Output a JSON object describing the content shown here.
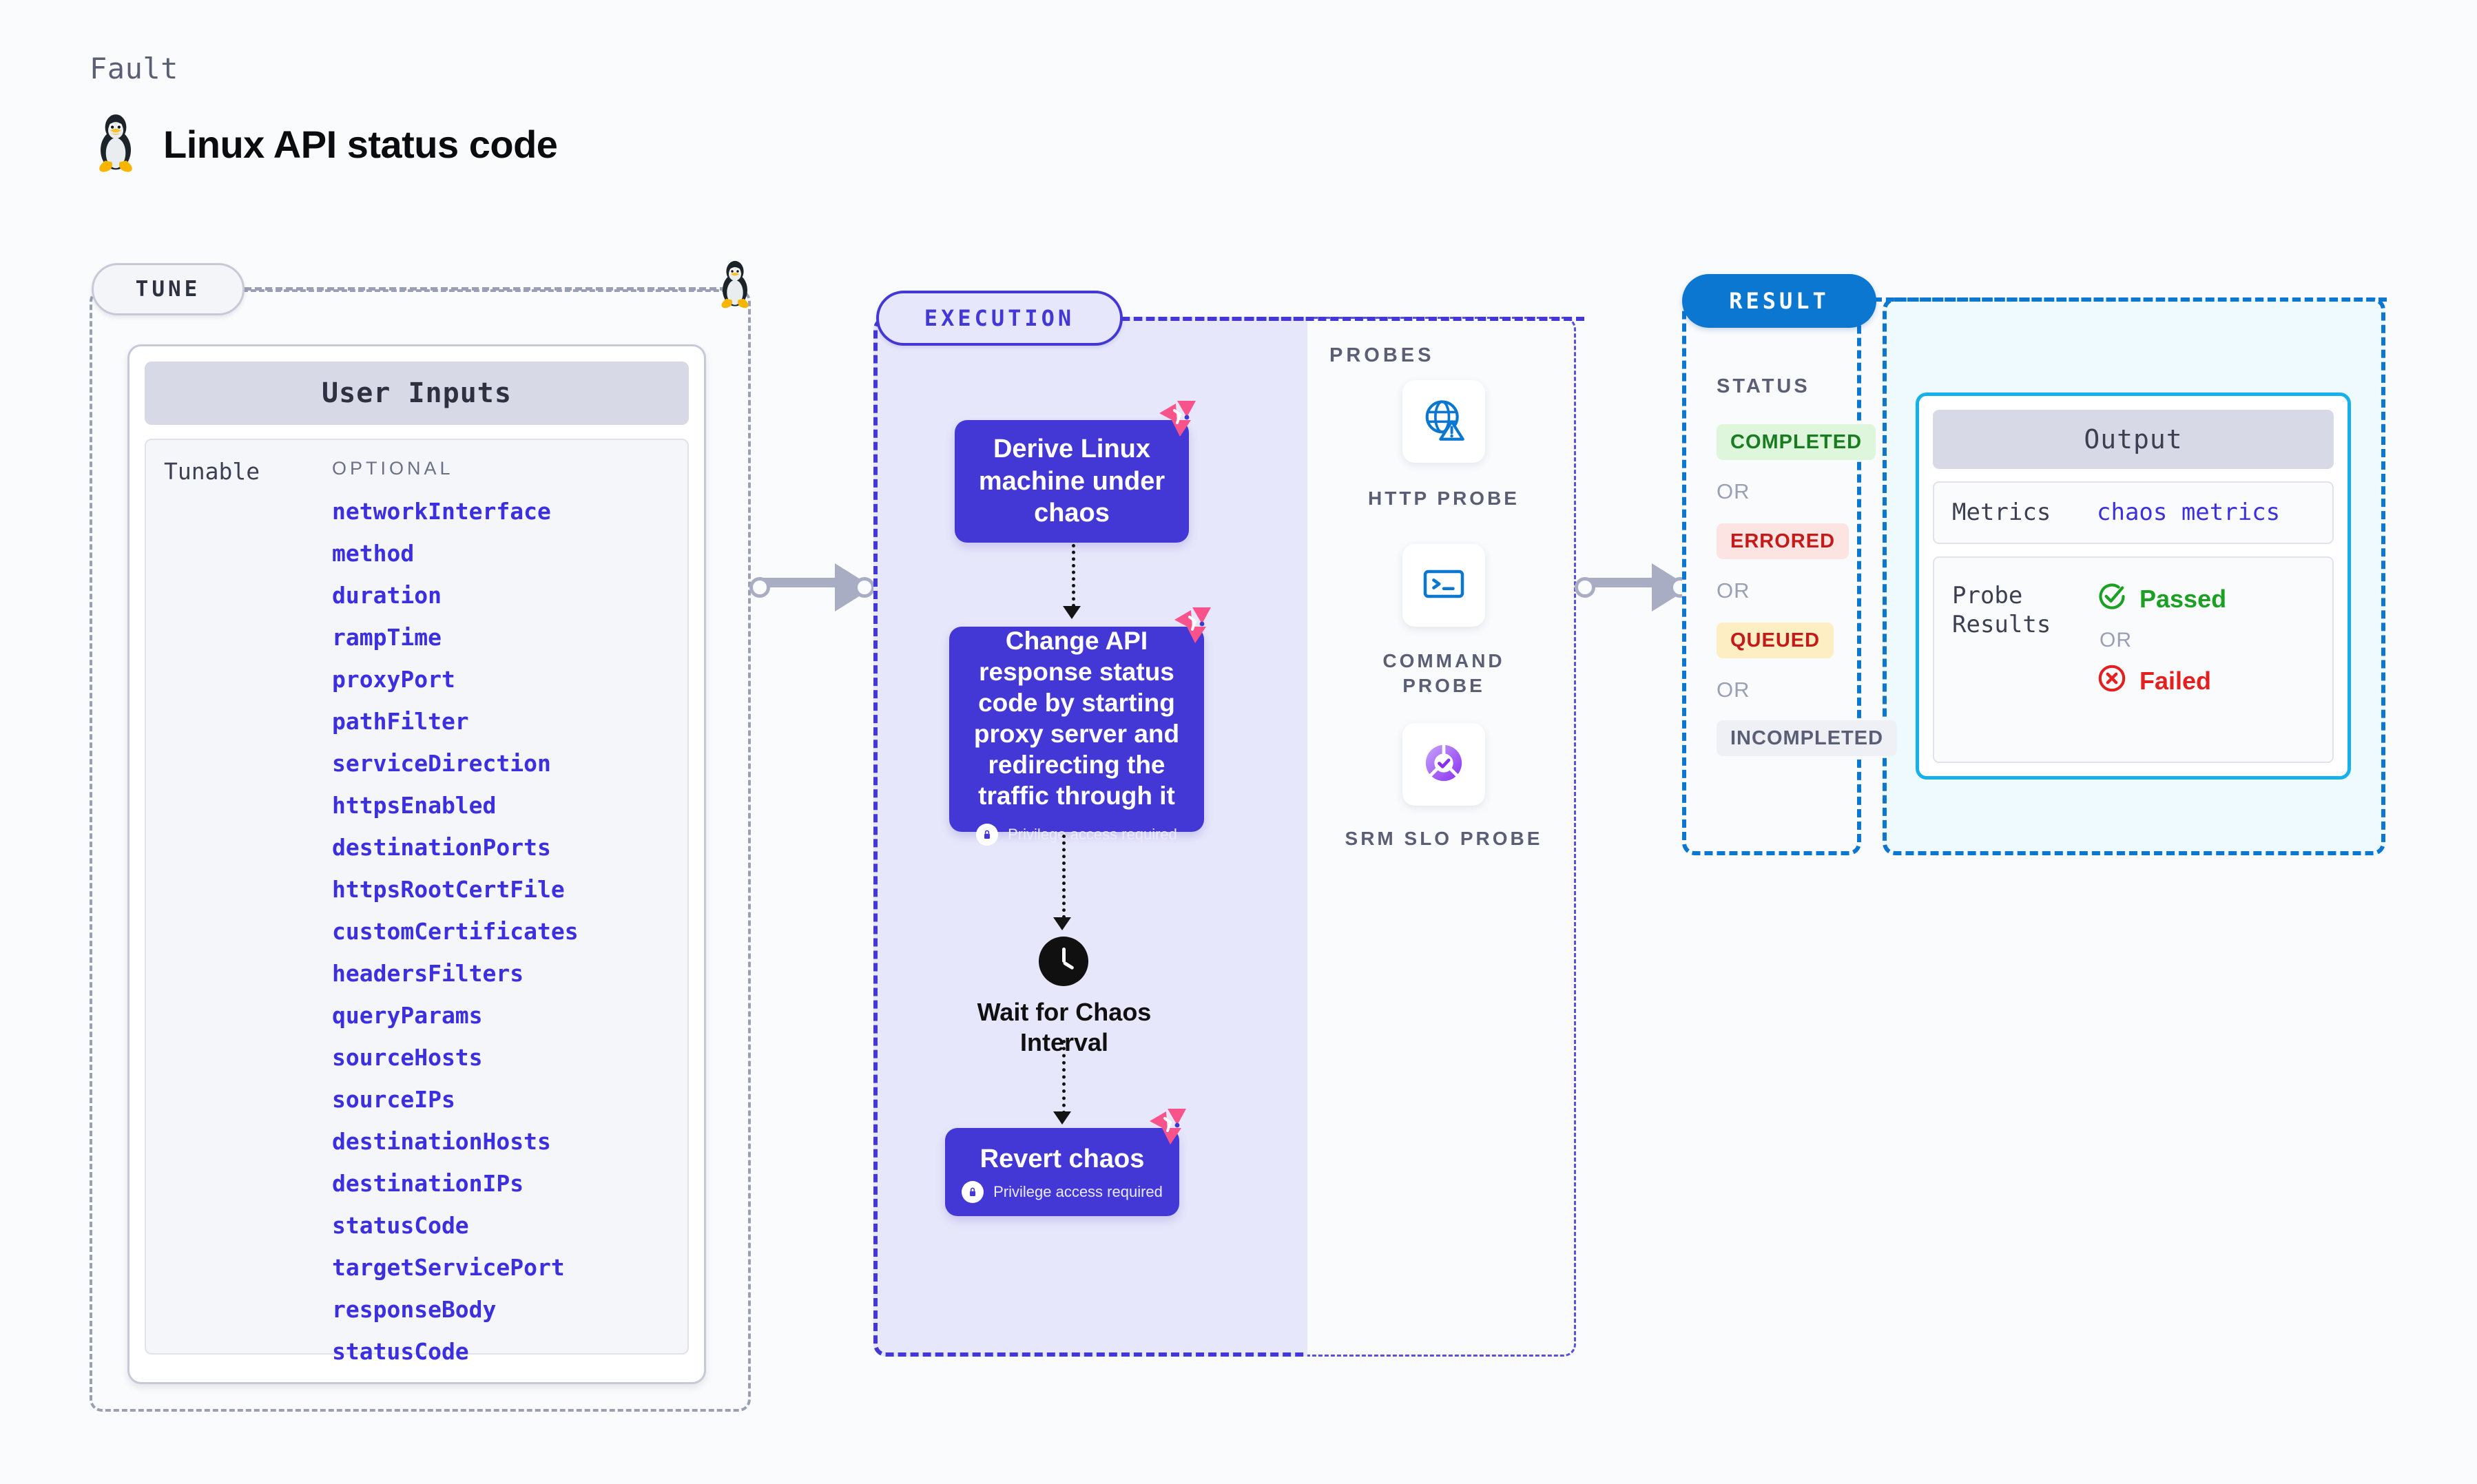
{
  "header": {
    "kicker": "Fault",
    "title": "Linux API status code",
    "logo_icon": "linux-penguin-icon"
  },
  "tune": {
    "chip_label": "TUNE",
    "card_title": "User Inputs",
    "group_label": "Tunable",
    "optional_label": "OPTIONAL",
    "tunables": [
      "networkInterface",
      "method",
      "duration",
      "rampTime",
      "proxyPort",
      "pathFilter",
      "serviceDirection",
      "httpsEnabled",
      "destinationPorts",
      "httpsRootCertFile",
      "customCertificates",
      "headersFilters",
      "queryParams",
      "sourceHosts",
      "sourceIPs",
      "destinationHosts",
      "destinationIPs",
      "statusCode",
      "targetServicePort",
      "responseBody",
      "statusCode"
    ]
  },
  "execution": {
    "chip_label": "EXECUTION",
    "steps": {
      "derive": "Derive Linux machine under chaos",
      "change": "Change API response status code by starting proxy server and redirecting the traffic through it",
      "wait": "Wait for Chaos Interval",
      "revert": "Revert chaos"
    },
    "privilege_note": "Privilege access required"
  },
  "probes": {
    "section_title": "PROBES",
    "items": [
      {
        "label": "HTTP PROBE",
        "icon": "globe-warning-icon"
      },
      {
        "label": "COMMAND PROBE",
        "icon": "terminal-icon"
      },
      {
        "label": "SRM SLO PROBE",
        "icon": "slo-donut-check-icon"
      }
    ]
  },
  "result": {
    "chip_label": "RESULT",
    "status_title": "STATUS",
    "or_label": "OR",
    "statuses": [
      {
        "label": "COMPLETED",
        "color": "#1a7c20",
        "bg": "#ddf6dc"
      },
      {
        "label": "ERRORED",
        "color": "#c41a1a",
        "bg": "#fbe4e2"
      },
      {
        "label": "QUEUED",
        "color": "#c41a1a",
        "bg": "#fdeec4"
      },
      {
        "label": "INCOMPLETED",
        "color": "#5b5f75",
        "bg": "#eef0f5"
      }
    ]
  },
  "output": {
    "card_title": "Output",
    "metrics_key": "Metrics",
    "metrics_value": "chaos metrics",
    "probe_results_key": "Probe Results",
    "passed_label": "Passed",
    "failed_label": "Failed",
    "or_label": "OR",
    "passed_color": "#1ba024",
    "failed_color": "#e31f1f"
  },
  "colors": {
    "accent_purple": "#4338d6",
    "accent_blue": "#0c77d1",
    "chaos_pink": "#f9538c",
    "page_bg": "#fafbfd"
  }
}
